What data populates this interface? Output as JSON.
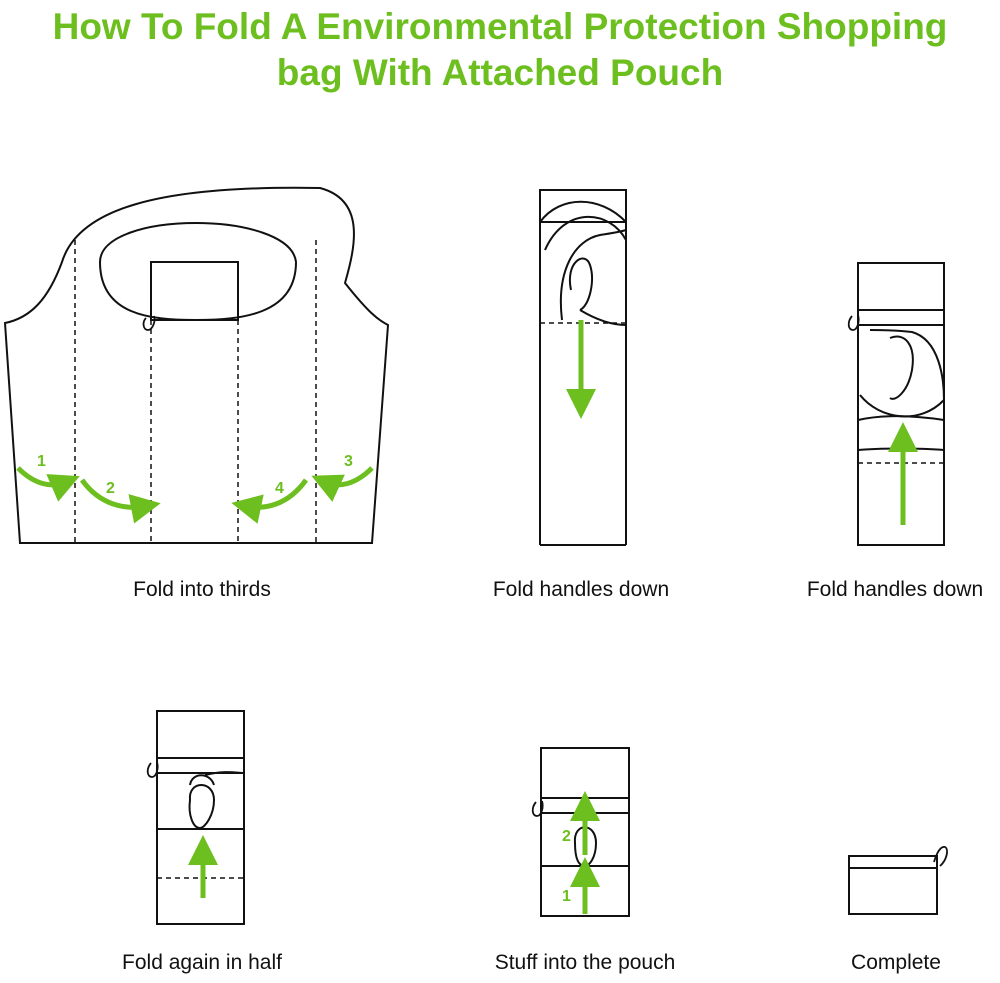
{
  "title": {
    "line1": "How To Fold A Environmental Protection Shopping",
    "line2": "bag With Attached Pouch"
  },
  "accent_color": "#6cbf1f",
  "steps": [
    {
      "caption": "Fold into thirds",
      "arrow_numbers": [
        "1",
        "2",
        "3",
        "4"
      ]
    },
    {
      "caption": "Fold handles down"
    },
    {
      "caption": "Fold handles down"
    },
    {
      "caption": "Fold again in half"
    },
    {
      "caption": "Stuff into the pouch",
      "arrow_numbers": [
        "1",
        "2"
      ]
    },
    {
      "caption": "Complete"
    }
  ]
}
